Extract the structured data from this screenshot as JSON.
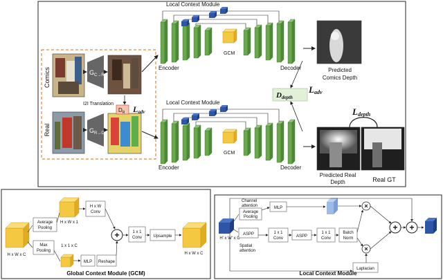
{
  "top": {
    "lcm_top_label": "Local Context Module",
    "lcm_mid_label": "Local Context Module",
    "encoder_top": "Encoder",
    "decoder_top": "Decoder",
    "encoder_bottom": "Encoder",
    "decoder_bottom": "Decoder",
    "gcm_top": "GCM",
    "gcm_bottom": "GCM",
    "comics_label": "Comics",
    "real_label": "Real",
    "g_c_r": "G",
    "g_c_r_sub": "C→R",
    "g_r_c": "G",
    "g_r_c_sub": "R→C",
    "i2i": "I2I Translation",
    "d_r": "D",
    "d_r_sub": "R",
    "l_adv_left": "L",
    "l_adv_left_sub": "adv",
    "d_depth": "D",
    "d_depth_sub": "depth",
    "l_adv_mid": "L",
    "l_adv_mid_sub": "adv",
    "l_depth": "L",
    "l_depth_sub": "depth",
    "pred_comics_1": "Predicted",
    "pred_comics_2": "Comics Depth",
    "pred_real_1": "Predicted Real",
    "pred_real_2": "Depth",
    "real_gt": "Real GT"
  },
  "gcm_panel": {
    "title": "Global Context Module (GCM)",
    "input_dim": "H x W x C",
    "avg_pool": [
      "Average",
      "Pooling"
    ],
    "max_pool": [
      "Max",
      "Pooling"
    ],
    "hw1": "H x W x 1",
    "c11": "1 x 1 x C",
    "hxw": "H x W",
    "conv1": "Conv",
    "mlp": "MLP",
    "reshape": "Reshape",
    "conv11": [
      "1 x 1",
      "Conv"
    ],
    "upsample": "Upsample",
    "out_dim": "H x W x C"
  },
  "lcm_panel": {
    "title": "Local Context Module",
    "channel_attention": [
      "Channel",
      "attention"
    ],
    "avg_pool": [
      "Average",
      "Pooling"
    ],
    "mlp": "MLP",
    "input_dim": "H' x W' x C",
    "aspp1": "ASPP",
    "conv1": [
      "1 x 1",
      "Conv"
    ],
    "aspp2": "ASPP",
    "conv2": [
      "1 x 1",
      "Conv"
    ],
    "batch_norm": [
      "Batch",
      "Norm"
    ],
    "spatial_attention": [
      "Spatial",
      "attention"
    ],
    "laplacian": "Laplacian"
  },
  "colors": {
    "green": "#6aa84f",
    "green_dark": "#4e8a36",
    "blue": "#2f56a6",
    "yellow": "#f5c842",
    "orange_dash": "#e8833a",
    "disc_fill": "#e2efd9"
  }
}
